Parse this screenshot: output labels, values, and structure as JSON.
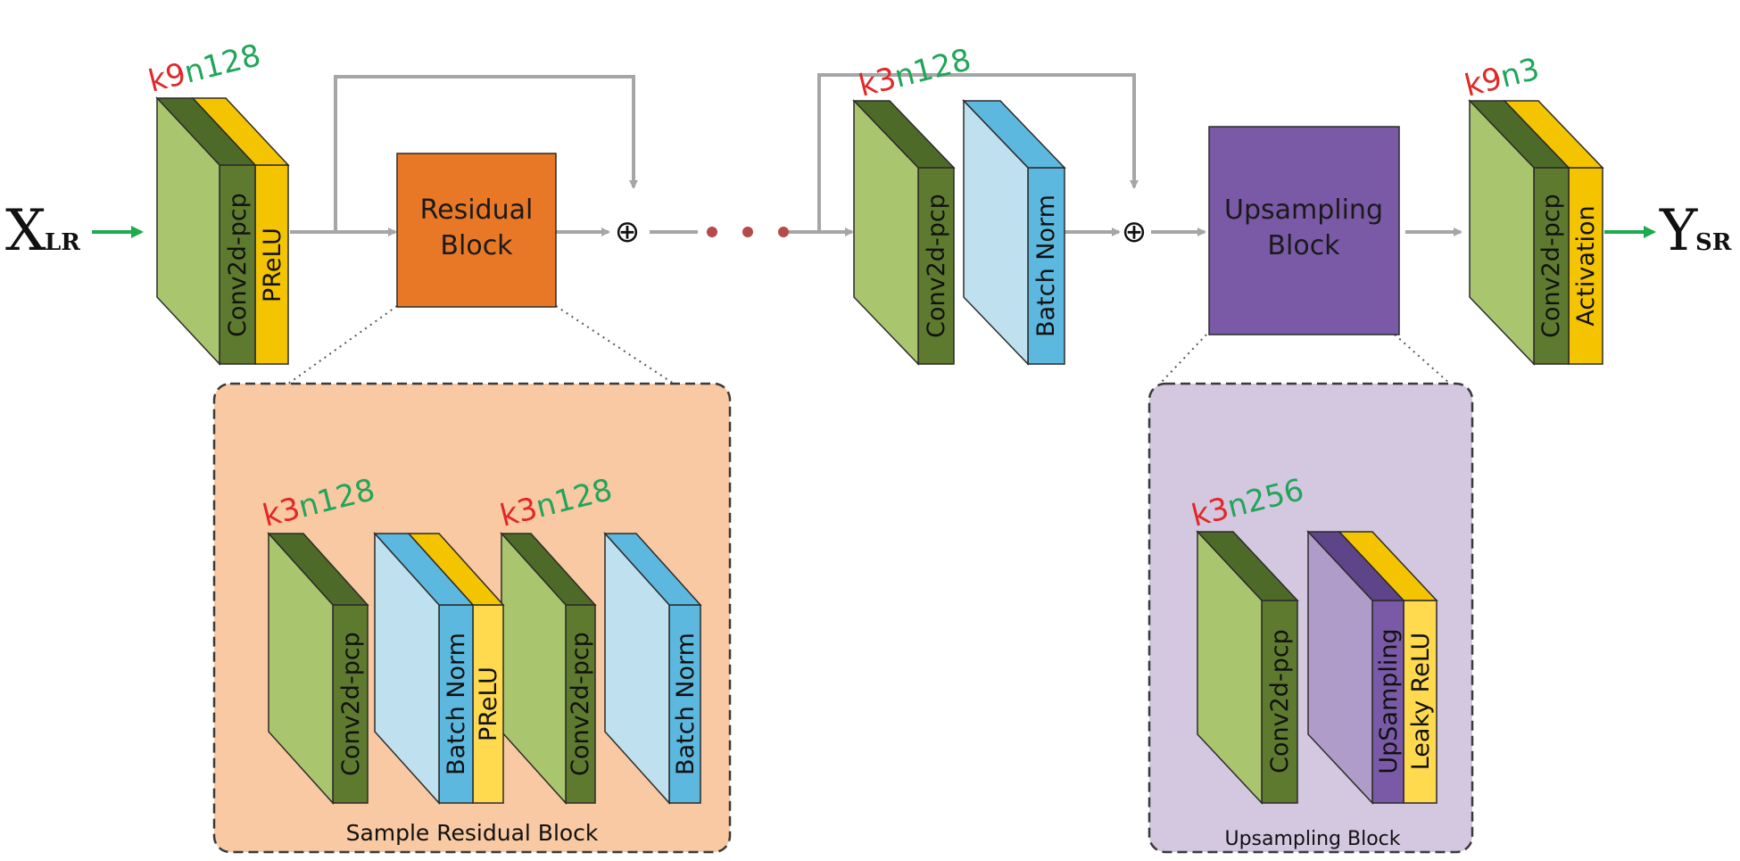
{
  "input": {
    "main": "X",
    "sub": "LR"
  },
  "output": {
    "main": "Y",
    "sub": "SR"
  },
  "first_stage": {
    "k": "k9",
    "n": "n128",
    "layers": [
      "Conv2d-pcp",
      "PReLU"
    ]
  },
  "residual_block": {
    "line1": "Residual",
    "line2": "Block"
  },
  "add_symbol": "⊕",
  "bn_stage": {
    "k": "k3",
    "n": "n128",
    "layers": [
      "Conv2d-pcp",
      "Batch Norm"
    ]
  },
  "upsampling_block": {
    "line1": "Upsampling",
    "line2": "Block"
  },
  "last_stage": {
    "k": "k9",
    "n": "n3",
    "layers": [
      "Conv2d-pcp",
      "Activation"
    ]
  },
  "sample_residual": {
    "caption": "Sample Residual Block",
    "conv1": {
      "k": "k3",
      "n": "n128"
    },
    "conv2": {
      "k": "k3",
      "n": "n128"
    },
    "layers": [
      "Conv2d-pcp",
      "Batch Norm",
      "PReLU",
      "Conv2d-pcp",
      "Batch Norm"
    ]
  },
  "upsampling_detail": {
    "caption": "Upsampling Block",
    "k": "k3",
    "n": "n256",
    "layers": [
      "Conv2d-pcp",
      "UpSampling",
      "Leaky ReLU"
    ]
  },
  "colors": {
    "conv_face": "#a9c66f",
    "conv_dark": "#5e7a2e",
    "conv_top": "#4e6a28",
    "yellow": "#ffd94e",
    "yellow_top": "#f5c400",
    "bn_face": "#bfe0ef",
    "bn_side": "#5cb8de",
    "residual": "#e87826",
    "upsampling": "#7a5aa6",
    "upsampling_layer": "#b09cc8",
    "residual_panel": "#f8c9a2",
    "upsampling_panel": "#d3c8e0",
    "green_arrow": "#1eaa4e",
    "red_dot": "#b54a4a"
  }
}
